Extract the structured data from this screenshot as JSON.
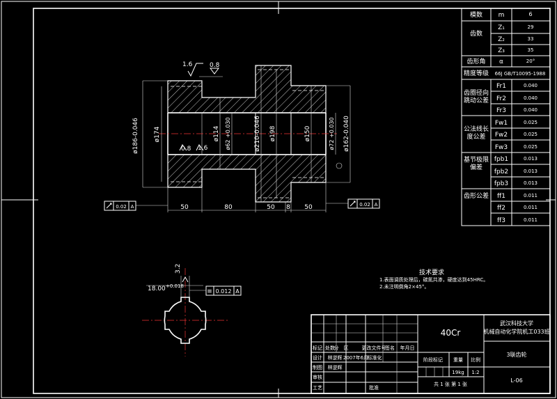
{
  "params": {
    "module": {
      "label": "模数",
      "symbol": "m",
      "value": "6"
    },
    "teeth": {
      "label": "齿数",
      "rows": [
        {
          "symbol": "Z₁",
          "value": "29"
        },
        {
          "symbol": "Z₂",
          "value": "33"
        },
        {
          "symbol": "Z₃",
          "value": "35"
        }
      ]
    },
    "pressure_angle": {
      "label": "齿形角",
      "symbol": "α",
      "value": "20°"
    },
    "accuracy": {
      "label": "精度等级",
      "value": "66J GB/T10095-1988"
    },
    "radial_runout": {
      "label_line1": "齿圈径向",
      "label_line2": "跳动公差",
      "rows": [
        {
          "symbol": "Fr1",
          "value": "0.040"
        },
        {
          "symbol": "Fr2",
          "value": "0.040"
        },
        {
          "symbol": "Fr3",
          "value": "0.040"
        }
      ]
    },
    "normal_length": {
      "label_line1": "公法线长",
      "label_line2": "度公差",
      "rows": [
        {
          "symbol": "Fw1",
          "value": "0.025"
        },
        {
          "symbol": "Fw2",
          "value": "0.025"
        },
        {
          "symbol": "Fw3",
          "value": "0.025"
        }
      ]
    },
    "base_pitch": {
      "label_line1": "基节极限",
      "label_line2": "偏差",
      "rows": [
        {
          "symbol": "fpb1",
          "value": "0.013"
        },
        {
          "symbol": "fpb2",
          "value": "0.013"
        },
        {
          "symbol": "fpb3",
          "value": "0.013"
        }
      ]
    },
    "profile": {
      "label": "齿形公差",
      "rows": [
        {
          "symbol": "ff1",
          "value": "0.011"
        },
        {
          "symbol": "ff2",
          "value": "0.011"
        },
        {
          "symbol": "ff3",
          "value": "0.011"
        }
      ]
    }
  },
  "drawing": {
    "roughness_1": "1.6",
    "roughness_2": "0.8",
    "roughness_3": "0.8",
    "roughness_4": "1.6",
    "dim_186": "ø186-0.046",
    "dim_174": "ø174",
    "dim_114": "ø114",
    "dim_62": "ø62 +0.030",
    "dim_210": "ø210-0.046",
    "dim_198": "ø198",
    "dim_150": "ø150",
    "dim_72": "ø72 +0.030",
    "dim_162": "ø162-0.040",
    "len_50a": "50",
    "len_80": "80",
    "len_50b": "50",
    "len_8": "8",
    "len_50c": "50",
    "tol_left_value": "0.02",
    "tol_left_datum": "A",
    "tol_right_value": "0.02",
    "tol_right_datum": "A"
  },
  "spline": {
    "width_dim": "18.00",
    "width_tol": "+0.018",
    "height_dim": "3.2",
    "tol_value": "0.012",
    "tol_datum": "A"
  },
  "notes": {
    "title": "技术要求",
    "line1": "1.表面调质处理后，碳氮共渗，硬度达到45HRC。",
    "line2": "2.未注明倒角2×45°。"
  },
  "title_block": {
    "material": "40Cr",
    "school_line1": "武汉科技大学",
    "school_line2": "机械自动化学院机工033班",
    "part_name": "3联齿轮",
    "drawing_no": "L-06",
    "mark_label": "标记",
    "count_label": "处数",
    "zone_label": "分　区",
    "doc_label": "更改文件号",
    "sign_label": "签名",
    "date_label": "年月日",
    "design_label": "设计",
    "designer": "林逆辉",
    "date": "2007年6月",
    "std_label": "标准化",
    "stage_label": "阶段标记",
    "weight_label": "重量",
    "scale_label": "比例",
    "weight": "19kg",
    "scale": "1:2",
    "draw_label": "制图",
    "drawer": "林逆辉",
    "check_label": "审核",
    "process_label": "工艺",
    "approve_label": "批准",
    "sheets": "共 1 张 第 1 张"
  }
}
